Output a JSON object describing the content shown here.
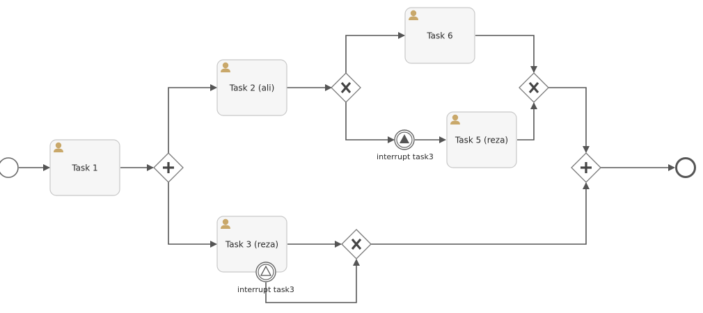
{
  "tasks": {
    "task1": "Task 1",
    "task2": "Task 2 (ali)",
    "task3": "Task 3 (reza)",
    "task5": "Task 5 (reza)",
    "task6": "Task 6"
  },
  "events": {
    "signal_catch_label": "interrupt task3",
    "boundary_signal_label": "interrupt task3"
  },
  "colors": {
    "user_icon": "#c9a86a",
    "flow": "#555555",
    "task_fill": "#f6f6f6"
  },
  "icons": {
    "task_icon": "user-icon",
    "parallel_gateway": "plus-icon",
    "exclusive_gateway": "x-icon",
    "intermediate_event": "signal-triangle-icon"
  }
}
